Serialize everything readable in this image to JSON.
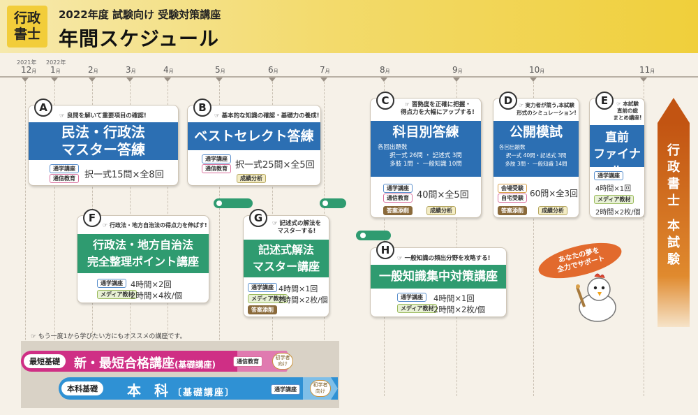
{
  "header": {
    "badge_line1": "行政",
    "badge_line2": "書士",
    "subtitle": "2022年度 試験向け 受験対策講座",
    "title": "年間スケジュール"
  },
  "timeline": {
    "year_2021": "2021年",
    "year_2022": "2022年",
    "months": [
      "12",
      "1",
      "2",
      "3",
      "4",
      "5",
      "6",
      "7",
      "8",
      "9",
      "10",
      "11"
    ],
    "month_suffix": "月"
  },
  "cards": {
    "A": {
      "letter": "A",
      "note": "☞ 良問を解いて重要項目の確認!",
      "title_line1": "民法・行政法",
      "title_line2": "マスター答練",
      "tag1": "通学講座",
      "tag2": "通信教育",
      "detail": "択一式15問×全8回"
    },
    "B": {
      "letter": "B",
      "note": "☞ 基本的な知識の確認・基礎力の養成!",
      "title": "ベストセレクト答練",
      "tag1": "通学講座",
      "tag2": "通信教育",
      "detail": "択一式25問×全5回",
      "tag3": "成績分析"
    },
    "C": {
      "letter": "C",
      "note_line1": "☞ 習熟度を正確に把握・",
      "note_line2": "得点力を大幅にアップする!",
      "title": "科目別答練",
      "count_label": "各回出題数",
      "count_line1": "択一式 26問 ・ 記述式 3問",
      "count_line2": "多肢 1問 ・ 一般知識 10問",
      "tag1": "通学講座",
      "tag2": "通信教育",
      "detail": "40問×全5回",
      "tag3": "答案添削",
      "tag4": "成績分析"
    },
    "D": {
      "letter": "D",
      "note_line1": "☞ 実力者が競う,本試験",
      "note_line2": "形式のシミュレーション!",
      "title": "公開模試",
      "count_label": "各回出題数",
      "count_line1": "択一式 40問・記述式 3問",
      "count_line2": "多肢 3問・ 一般知識 14問",
      "tag1": "会場受験",
      "tag2": "自宅受験",
      "detail": "60問×全3回",
      "tag3": "答案添削",
      "tag4": "成績分析"
    },
    "E": {
      "letter": "E",
      "note_line1": "☞ 本試験",
      "note_line2": "直前の総",
      "note_line3": "まとめ講座!",
      "title_line1": "直前",
      "title_line2": "ファイナル",
      "tag1": "通学講座",
      "detail1": "4時間×1回",
      "tag2": "メディア教材",
      "detail2": "2時間×2枚/個"
    },
    "F": {
      "letter": "F",
      "note": "☞ 行政法・地方自治法の得点力を伸ばす!",
      "title_line1": "行政法・地方自治法",
      "title_line2": "完全整理ポイント講座",
      "tag1": "通学講座",
      "detail1": "4時間×2回",
      "tag2": "メディア教材",
      "detail2": "2時間×4枚/個"
    },
    "G": {
      "letter": "G",
      "note_line1": "☞ 記述式の解法を",
      "note_line2": "マスターする!",
      "title_line1": "記述式解法",
      "title_line2": "マスター講座",
      "tag1": "通学講座",
      "detail1": "4時間×1回",
      "tag2": "メディア教材",
      "detail2": "2時間×2枚/個",
      "tag3": "答案添削"
    },
    "H": {
      "letter": "H",
      "note": "☞ 一般知識の頻出分野を攻略する!",
      "title": "一般知識集中対策講座",
      "tag1": "通学講座",
      "detail1": "4時間×1回",
      "tag2": "メディア教材",
      "detail2": "2時間×2枚/個"
    }
  },
  "exam_banner": {
    "line1": [
      "行",
      "政",
      "書",
      "士"
    ],
    "line2": [
      "本",
      "試",
      "験"
    ]
  },
  "slogan": {
    "line1": "あなたの夢を",
    "line2": "全力でサポート"
  },
  "bottom": {
    "note": "☞ もう一度1から学びたい方にもオススメの講座です。",
    "pink_label": "最短基礎",
    "pink_title": "新・最短合格講座",
    "pink_title_sub": "(基礎講座)",
    "pink_tag": "通信教育",
    "beginner_line1": "初学者",
    "beginner_line2": "向け",
    "blue_label": "本科基礎",
    "blue_title": "本 科",
    "blue_title_sub": "〔基礎講座〕",
    "blue_tag": "通学講座"
  },
  "colors": {
    "header_yellow": "#f0cf3b",
    "course_blue": "#2c6fb3",
    "course_green": "#2f9b70",
    "exam_orange": "#c25412",
    "pink": "#cf2f85",
    "sky_blue": "#2f91d4"
  }
}
